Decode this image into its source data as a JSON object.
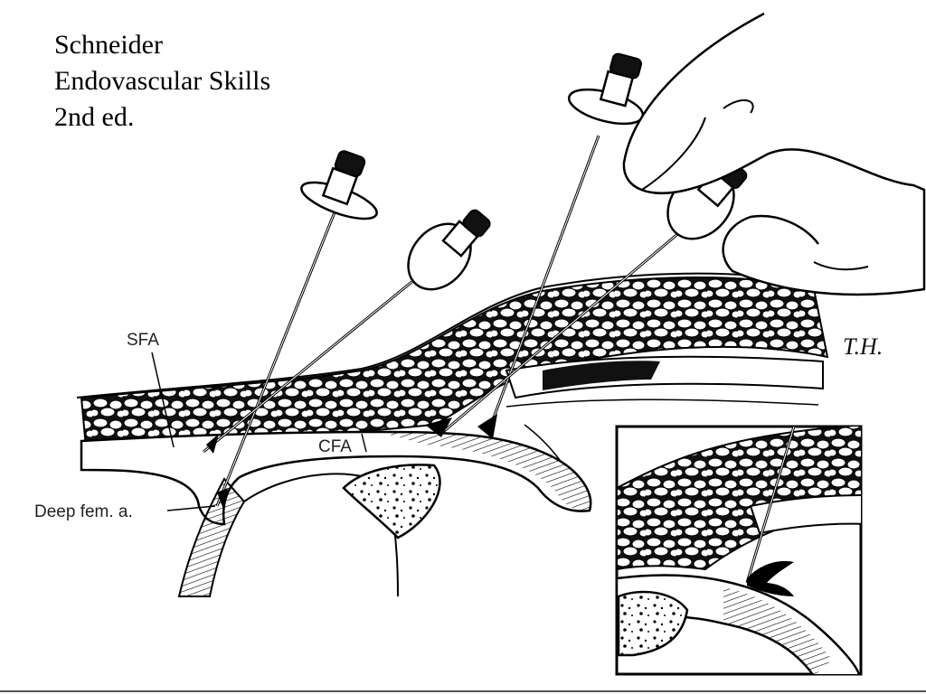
{
  "source": {
    "line1": "Schneider",
    "line2": "Endovascular Skills",
    "line3": "2nd ed."
  },
  "labels": {
    "sfa": "SFA",
    "cfa": "CFA",
    "deep_fem": "Deep fem. a."
  },
  "signature": "T.H."
}
